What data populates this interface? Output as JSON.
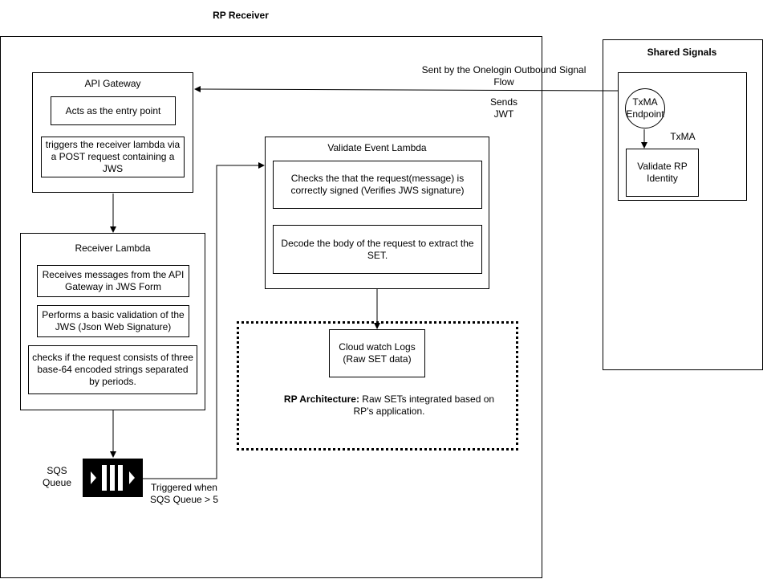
{
  "rp_receiver": {
    "title": "RP Receiver"
  },
  "shared_signals": {
    "title": "Shared Signals",
    "txma_label": "TxMA",
    "endpoint": "TxMA Endpoint",
    "validate": "Validate RP Identity"
  },
  "api_gateway": {
    "title": "API Gateway",
    "entry": "Acts as the entry point",
    "triggers": "triggers the receiver lambda via a POST request containing a JWS"
  },
  "receiver_lambda": {
    "title": "Receiver Lambda",
    "receives": "Receives messages from the API Gateway in JWS Form",
    "basic_validation": "Performs a basic validation of the JWS (Json Web Signature)",
    "checks": "checks if the request consists of three base-64 encoded strings separated by periods."
  },
  "sqs": {
    "label": "SQS Queue",
    "trigger": "Triggered when SQS Queue > 5"
  },
  "validate_lambda": {
    "title": "Validate Event Lambda",
    "checks_signed": "Checks the that the request(message) is correctly signed (Verifies JWS signature)",
    "decode": "Decode the body of the request to extract the SET."
  },
  "cloudwatch": {
    "label": "Cloud watch Logs (Raw SET data)"
  },
  "rp_architecture": {
    "bold": "RP Architecture:",
    "text": " Raw SETs integrated based on RP's application."
  },
  "flow": {
    "sent_by": "Sent by the Onelogin Outbound Signal Flow",
    "sends": "Sends JWT"
  },
  "colors": {
    "line": "#000000",
    "background": "#ffffff",
    "queue_fill": "#000000"
  },
  "icons": {
    "queue": "sqs-queue-icon"
  }
}
